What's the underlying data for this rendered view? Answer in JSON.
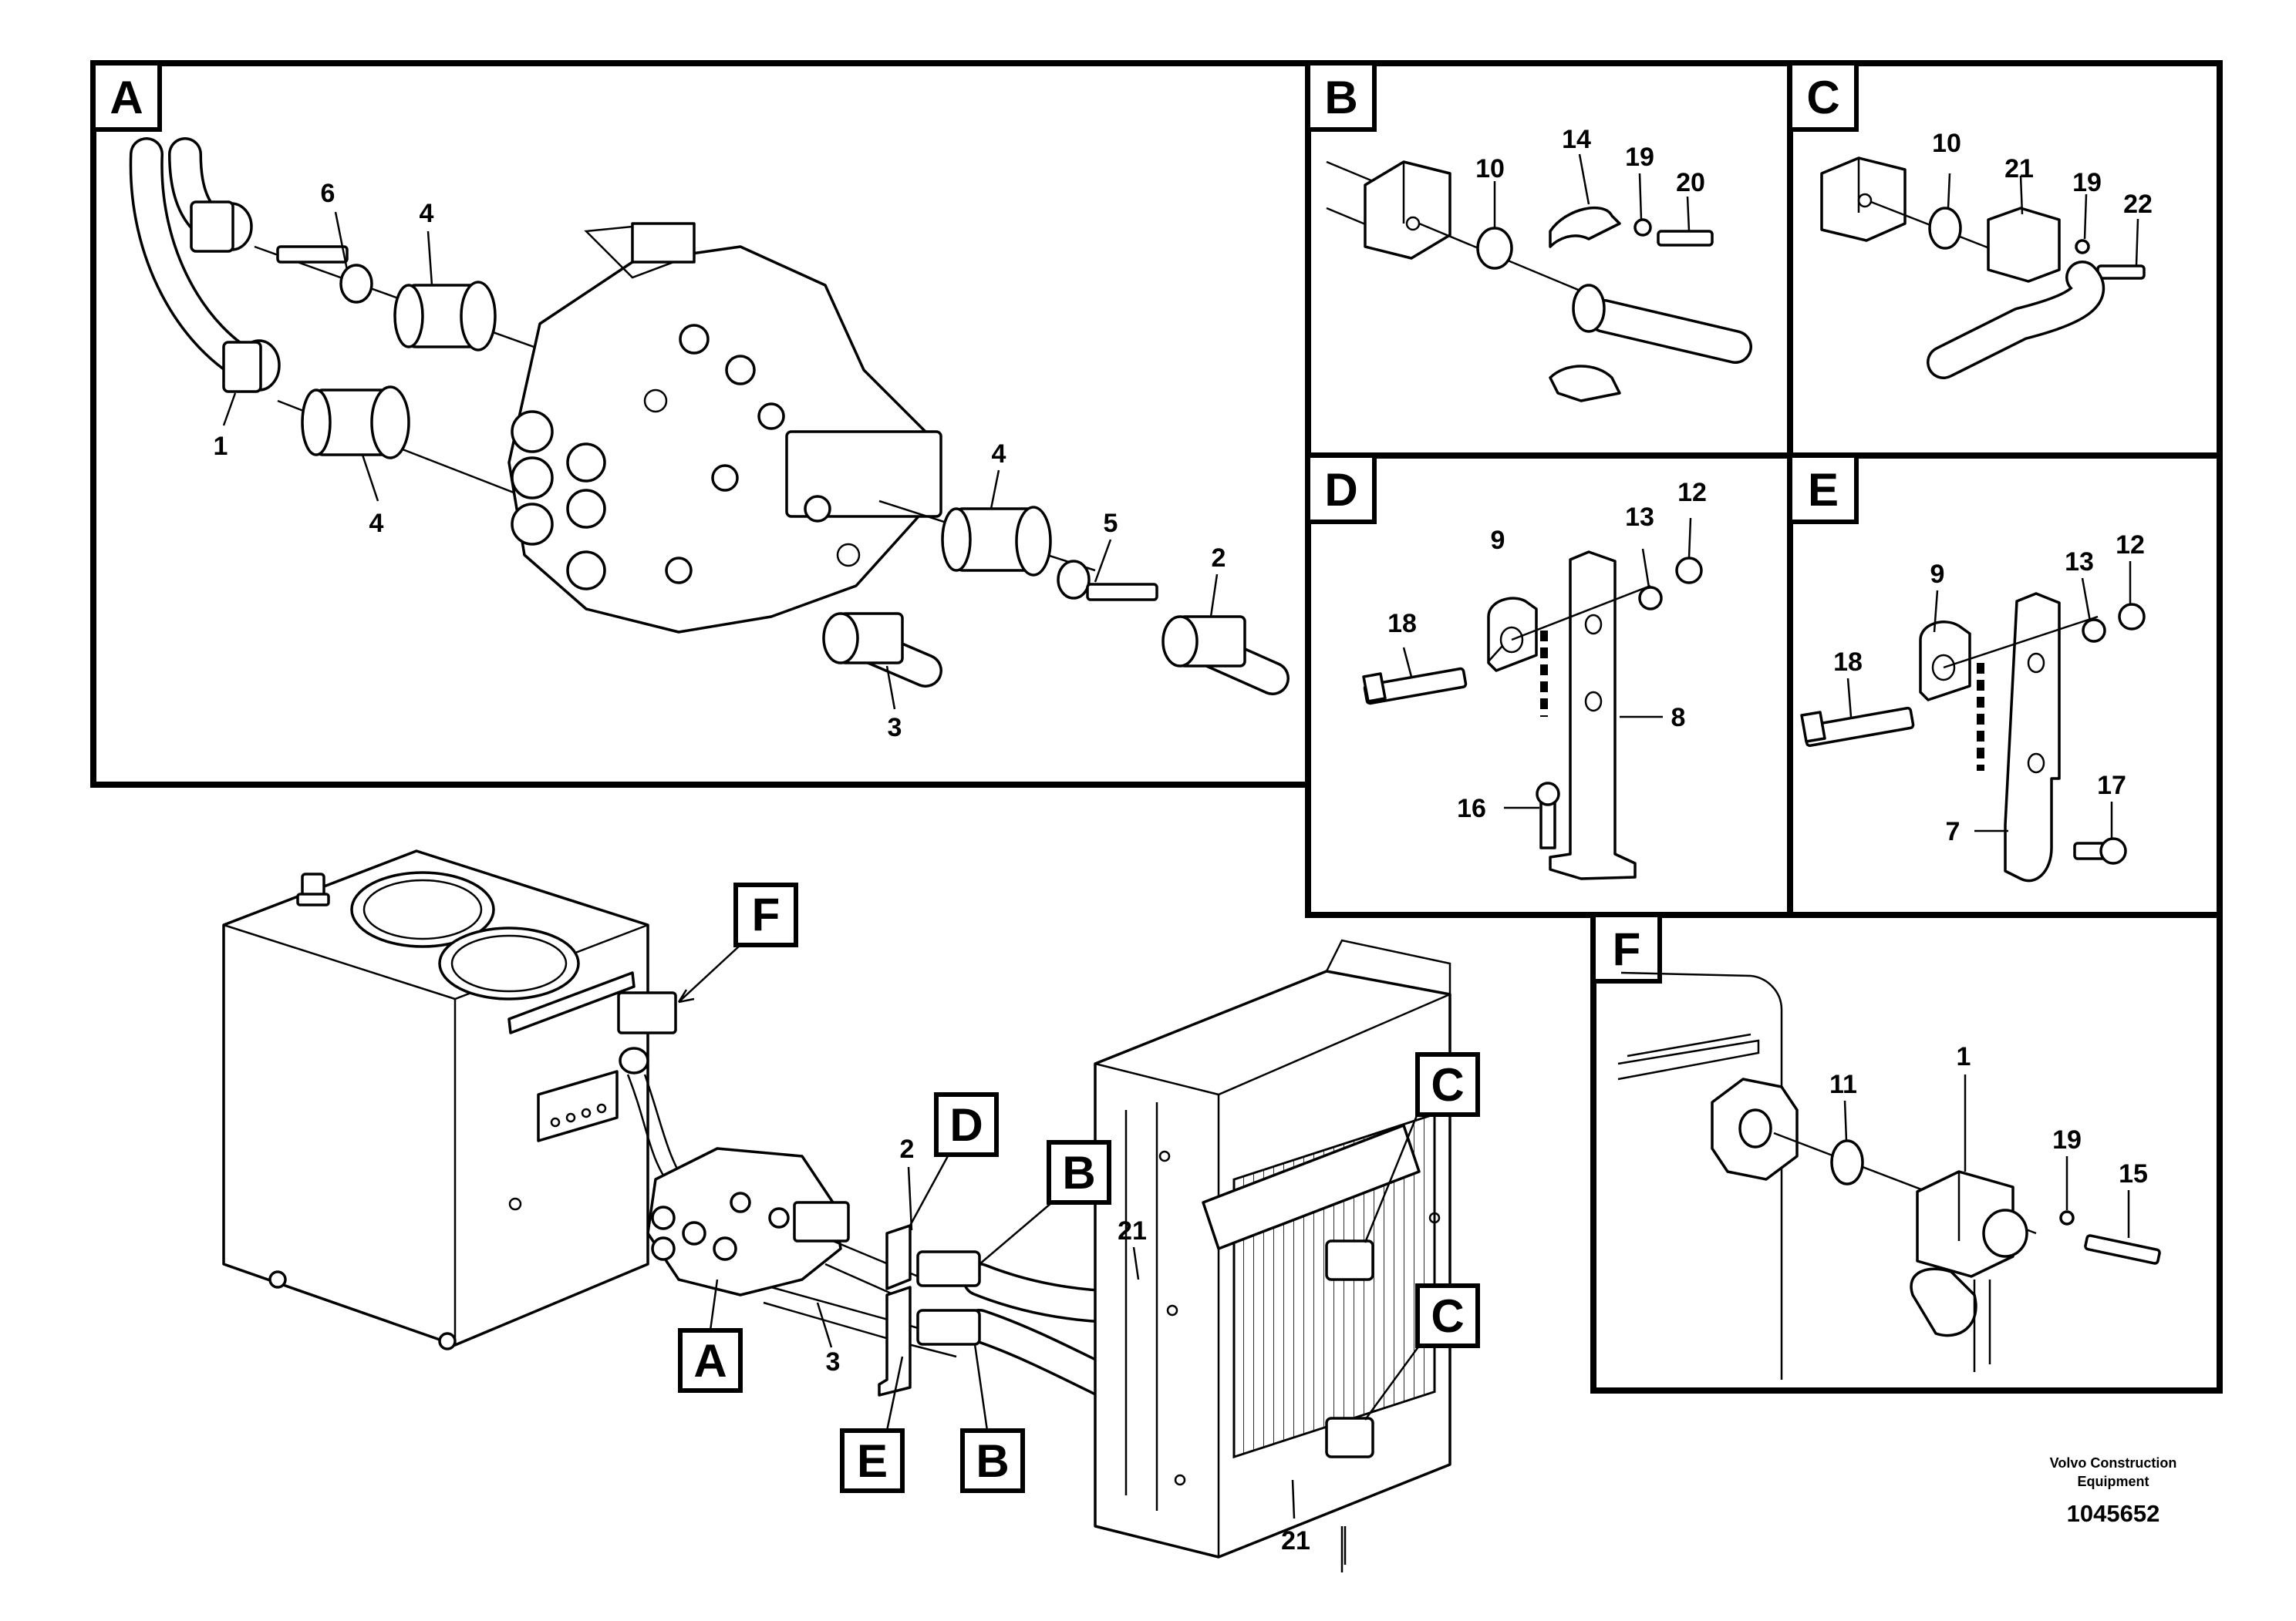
{
  "panels": {
    "A": {
      "letter": "A",
      "callouts": [
        "6",
        "4",
        "1",
        "4",
        "4",
        "5",
        "2",
        "3"
      ]
    },
    "B": {
      "letter": "B",
      "callouts": [
        "10",
        "14",
        "19",
        "20"
      ]
    },
    "C": {
      "letter": "C",
      "callouts": [
        "10",
        "21",
        "19",
        "22"
      ]
    },
    "D": {
      "letter": "D",
      "callouts": [
        "9",
        "13",
        "12",
        "18",
        "8",
        "16"
      ]
    },
    "E": {
      "letter": "E",
      "callouts": [
        "9",
        "13",
        "12",
        "18",
        "7",
        "17"
      ]
    },
    "F": {
      "letter": "F",
      "callouts": [
        "11",
        "1",
        "19",
        "15"
      ]
    }
  },
  "overview": {
    "callouts": [
      "2",
      "21",
      "3",
      "21"
    ],
    "tags": [
      "F",
      "D",
      "B",
      "C",
      "C",
      "A",
      "E",
      "B"
    ]
  },
  "footer": {
    "brand_line1": "Volvo Construction",
    "brand_line2": "Equipment",
    "doc_number": "1045652"
  }
}
